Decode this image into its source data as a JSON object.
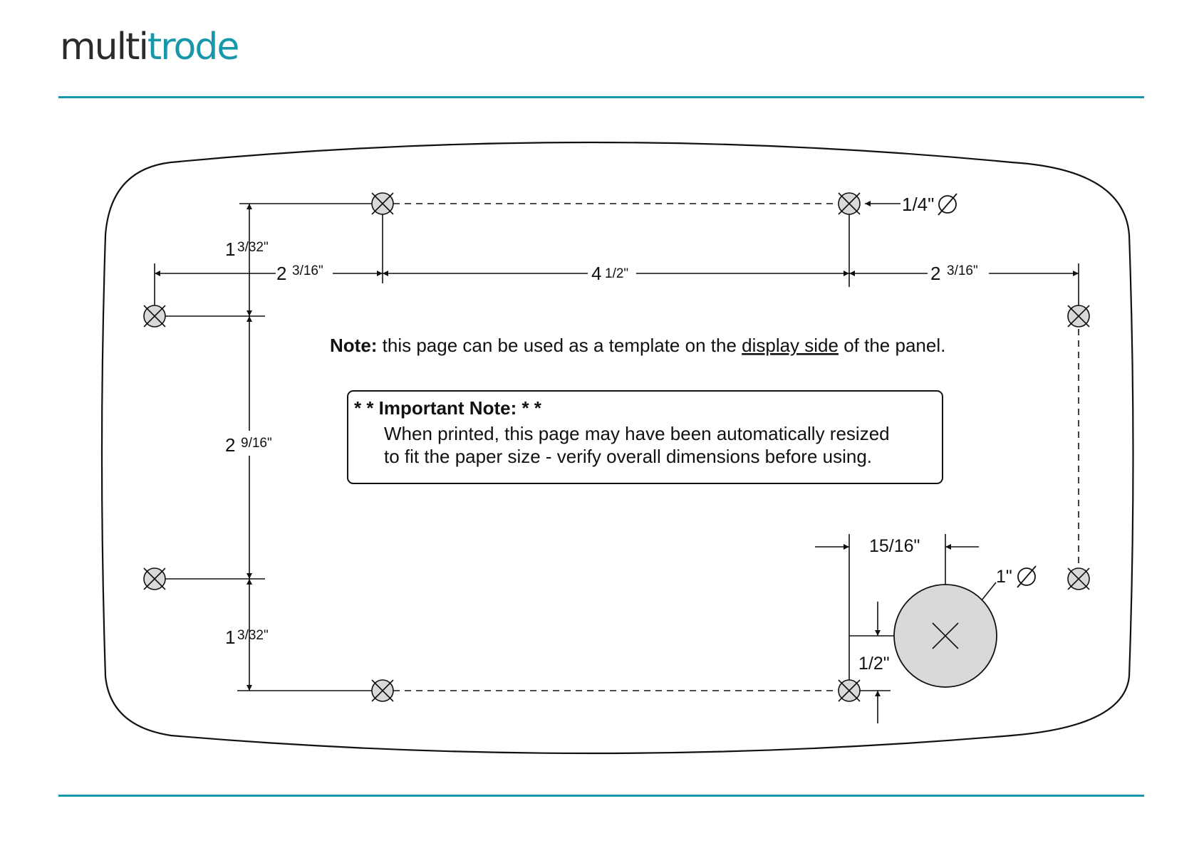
{
  "header": {
    "logo_dark": "multi",
    "logo_accent": "trode"
  },
  "colors": {
    "accent": "#1797aa",
    "line": "#111111",
    "hole_fill": "#d9d9d9"
  },
  "dimensions": {
    "hole_dia": "1/4\"",
    "top_left_span_whole": "2",
    "top_left_span_frac": "3/16\"",
    "center_span_whole": "4",
    "center_span_frac": "1/2\"",
    "top_right_span_whole": "2",
    "top_right_span_frac": "3/16\"",
    "upper_vertical_whole": "1",
    "upper_vertical_frac": "3/32\"",
    "middle_vertical_whole": "2",
    "middle_vertical_frac": "9/16\"",
    "lower_vertical_whole": "1",
    "lower_vertical_frac": "3/32\"",
    "large_hole_offset": "15/16\"",
    "large_hole_dia": "1\"",
    "large_hole_height": "1/2\""
  },
  "note": {
    "bold": "Note:",
    "text_before": " this page can be used as a template on the ",
    "underlined": "display side",
    "text_after": " of the panel."
  },
  "important": {
    "title": "* * Important Note: * *",
    "line1": "When printed, this page may have been automatically resized",
    "line2": "to fit the paper size - verify overall dimensions before using."
  }
}
